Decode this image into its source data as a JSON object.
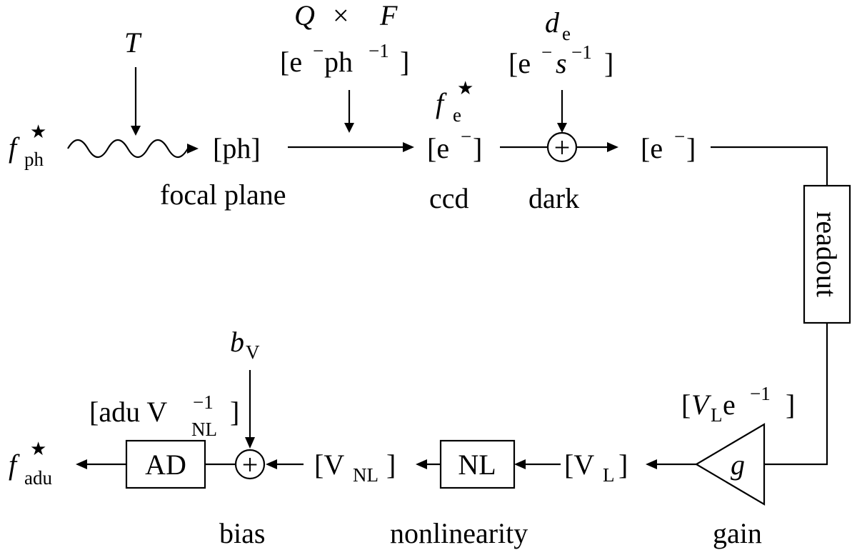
{
  "flux_ph": {
    "symbol": "f",
    "star": "★",
    "sub": "ph"
  },
  "transmission": "T",
  "focal_plane": {
    "unit": "[ph]",
    "label": "focal plane"
  },
  "qe": {
    "Q": "Q",
    "times": "×",
    "F": "F",
    "unit_open": "[e",
    "unit_minus": "−",
    "unit_ph": "ph",
    "unit_exp": "−1",
    "unit_close": "]"
  },
  "ccd": {
    "symbol": "f",
    "star": "★",
    "sub": "e",
    "unit_open": "[e",
    "unit_minus": "−",
    "unit_close": "]",
    "label": "ccd"
  },
  "dark": {
    "symbol": "d",
    "sub": "e",
    "unit_open": "[e",
    "unit_minus": "−",
    "unit_s": "s",
    "unit_exp": "−1",
    "unit_close": "]",
    "node_symbol": "+",
    "label": "dark"
  },
  "after_dark": {
    "unit_open": "[e",
    "unit_minus": "−",
    "unit_close": "]"
  },
  "readout": {
    "label": "readout"
  },
  "gain": {
    "symbol": "g",
    "label": "gain",
    "unit_open": "[",
    "unit_V": "V",
    "unit_V_sub": "L",
    "unit_e": " e",
    "unit_exp": "−1",
    "unit_close": "]"
  },
  "v_l": {
    "open": "[V",
    "sub": "L",
    "close": "]"
  },
  "nl": {
    "box_label": "NL",
    "label": "nonlinearity"
  },
  "v_nl": {
    "open": "[V",
    "sub": "NL",
    "close": "]"
  },
  "bias": {
    "symbol": "b",
    "sub": "V",
    "node_symbol": "+",
    "label": "bias"
  },
  "ad": {
    "box_label": "AD",
    "unit_open": "[adu V",
    "unit_exp": "−1",
    "unit_sub": "NL",
    "unit_close": "]"
  },
  "flux_adu": {
    "symbol": "f",
    "star": "★",
    "sub": "adu"
  }
}
